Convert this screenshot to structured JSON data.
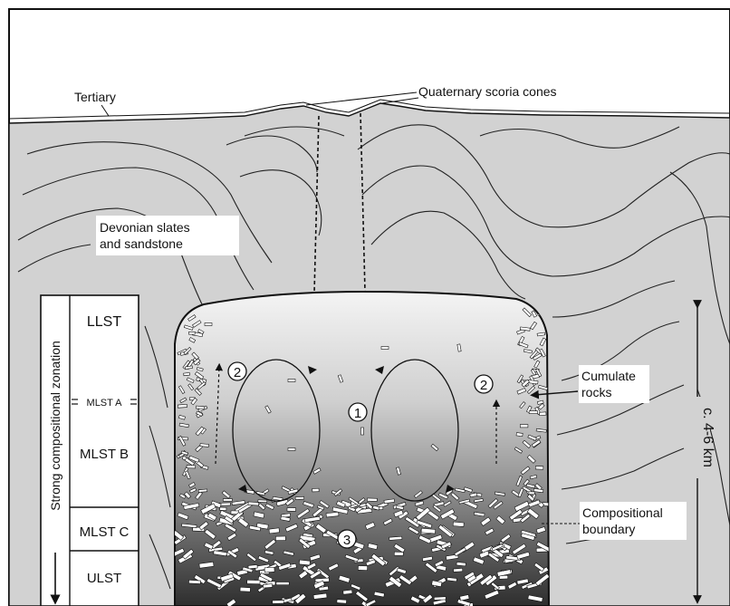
{
  "labels": {
    "tertiary": "Tertiary",
    "quaternary": "Quaternary scoria cones",
    "devonian_line1": "Devonian slates",
    "devonian_line2": "and sandstone",
    "cumulate_line1": "Cumulate",
    "cumulate_line2": "rocks",
    "compositional_line1": "Compositional",
    "compositional_line2": "boundary",
    "depth": "c. 4-6 km"
  },
  "column": {
    "side_label": "Strong compositional zonation",
    "units": [
      "LLST",
      "MLST A",
      "MLST B",
      "MLST C",
      "ULST"
    ]
  },
  "markers": {
    "m1": "1",
    "m2_left": "2",
    "m2_right": "2",
    "m3": "3"
  },
  "colors": {
    "country_rock": "#d2d2d2",
    "sky": "#ffffff",
    "chamber_top": "#f4f4f4",
    "chamber_bottom": "#3a3a3a",
    "line": "#111111"
  }
}
